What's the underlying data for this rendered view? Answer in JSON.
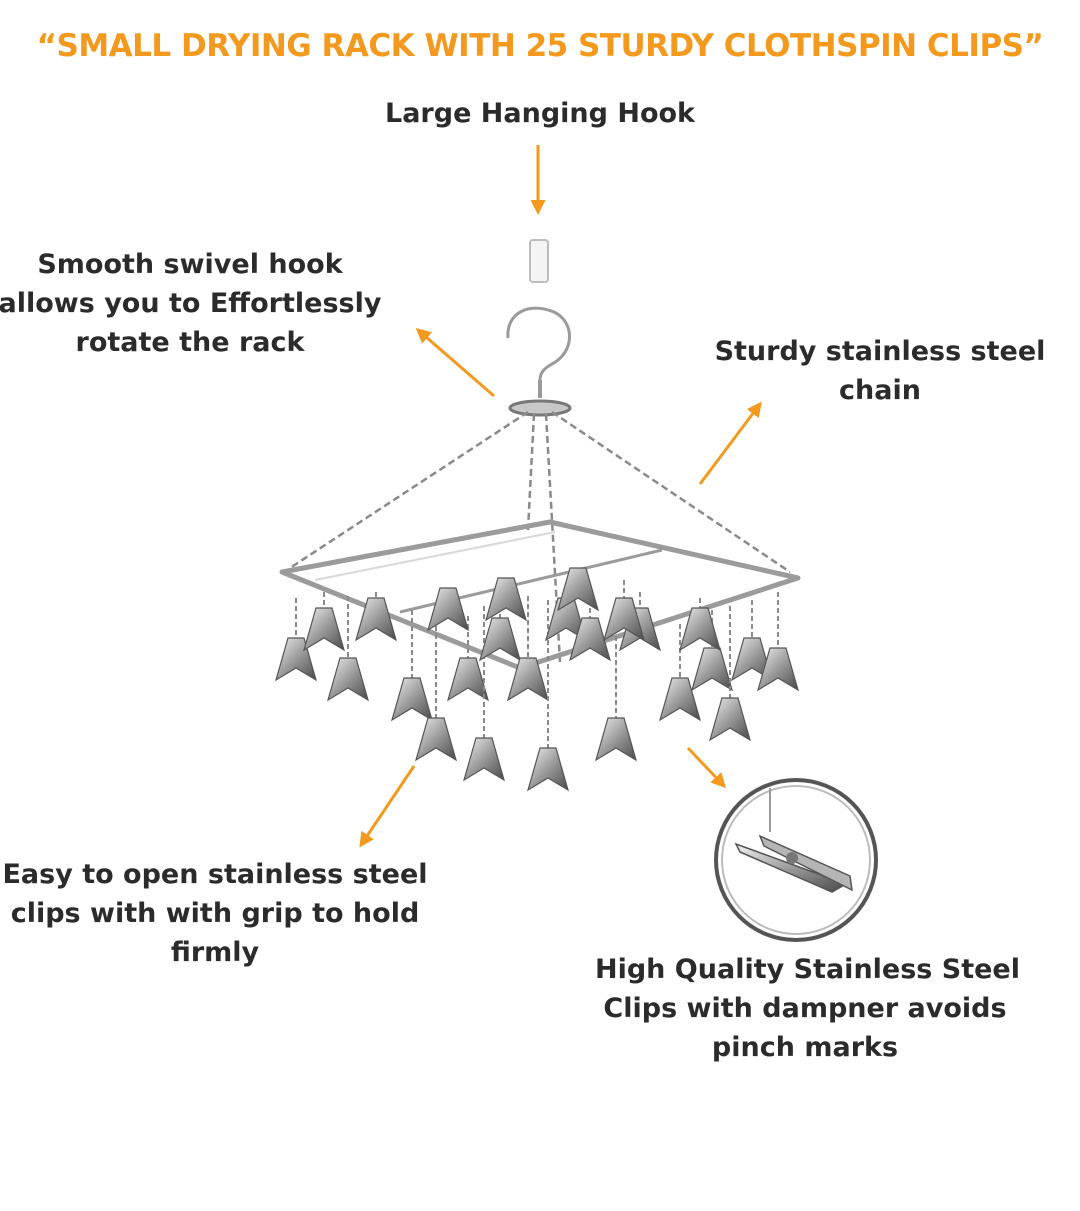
{
  "title": "“SMALL DRYING RACK WITH 25 STURDY CLOTHSPIN CLIPS”",
  "callouts": {
    "hook": {
      "lines": [
        "Large Hanging Hook"
      ]
    },
    "swivel": {
      "lines": [
        "Smooth swivel hook",
        "allows you to  Effortlessly",
        "rotate the rack"
      ]
    },
    "chain": {
      "lines": [
        "Sturdy stainless steel",
        "chain"
      ]
    },
    "clips": {
      "lines": [
        "Easy to open stainless steel",
        "clips with with grip to hold",
        "firmly"
      ]
    },
    "quality": {
      "lines": [
        "High Quality Stainless Steel",
        "Clips with dampner avoids",
        "pinch marks"
      ]
    }
  },
  "colors": {
    "accent": "#F39A1E",
    "text": "#2B2B2B",
    "steel": "#8A8A8A"
  },
  "icons": [
    "arrow-down-icon",
    "arrow-up-left-icon",
    "arrow-up-right-icon",
    "arrow-down-left-icon",
    "arrow-down-right-icon",
    "clothespin-clip-icon"
  ]
}
